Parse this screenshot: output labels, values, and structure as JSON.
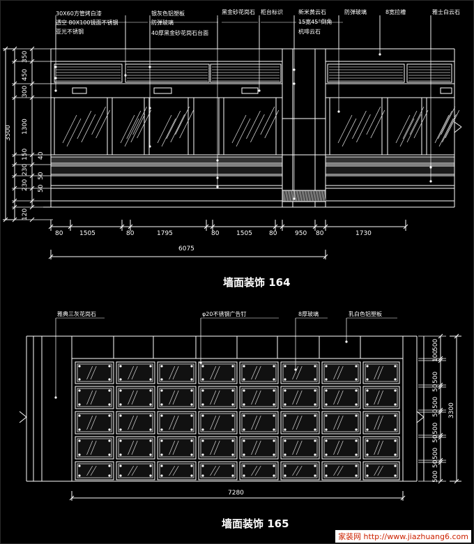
{
  "drawing164": {
    "title": "墙面装饰 164",
    "callouts": [
      "30X60方管烤白漆",
      "透空 80X100镜面不锈钢",
      "亚光不锈钢",
      "银灰色铝塑板",
      "防弹玻璃",
      "40厚黑金砂花岗石台面",
      "黑金砂花岗石",
      "柜台标识",
      "新米黄云石",
      "15宽45°倒角",
      "杭啡云石",
      "防弹玻璃",
      "8宽拉槽",
      "雅士白云石"
    ],
    "dims_h": [
      "80",
      "1505",
      "80",
      "1795",
      "80",
      "1505",
      "80",
      "950",
      "80",
      "1730"
    ],
    "total_width": "6075",
    "dims_v": [
      "350",
      "450",
      "300",
      "1300",
      "150",
      "40",
      "230",
      "230",
      "50",
      "50",
      "120"
    ],
    "total_height": "3500"
  },
  "drawing165": {
    "title": "墙面装饰 165",
    "callouts": [
      "雅典三灰花岗石",
      "φ20不锈钢广告钉",
      "8厚玻璃",
      "乳白色铝塑板"
    ],
    "total_width": "7280",
    "dims_v": [
      "500",
      "100",
      "500",
      "50",
      "500",
      "50",
      "500",
      "50",
      "500",
      "50",
      "500"
    ],
    "total_height": "3300"
  },
  "watermark": "家装网 http://www.jiazhuang6.com"
}
